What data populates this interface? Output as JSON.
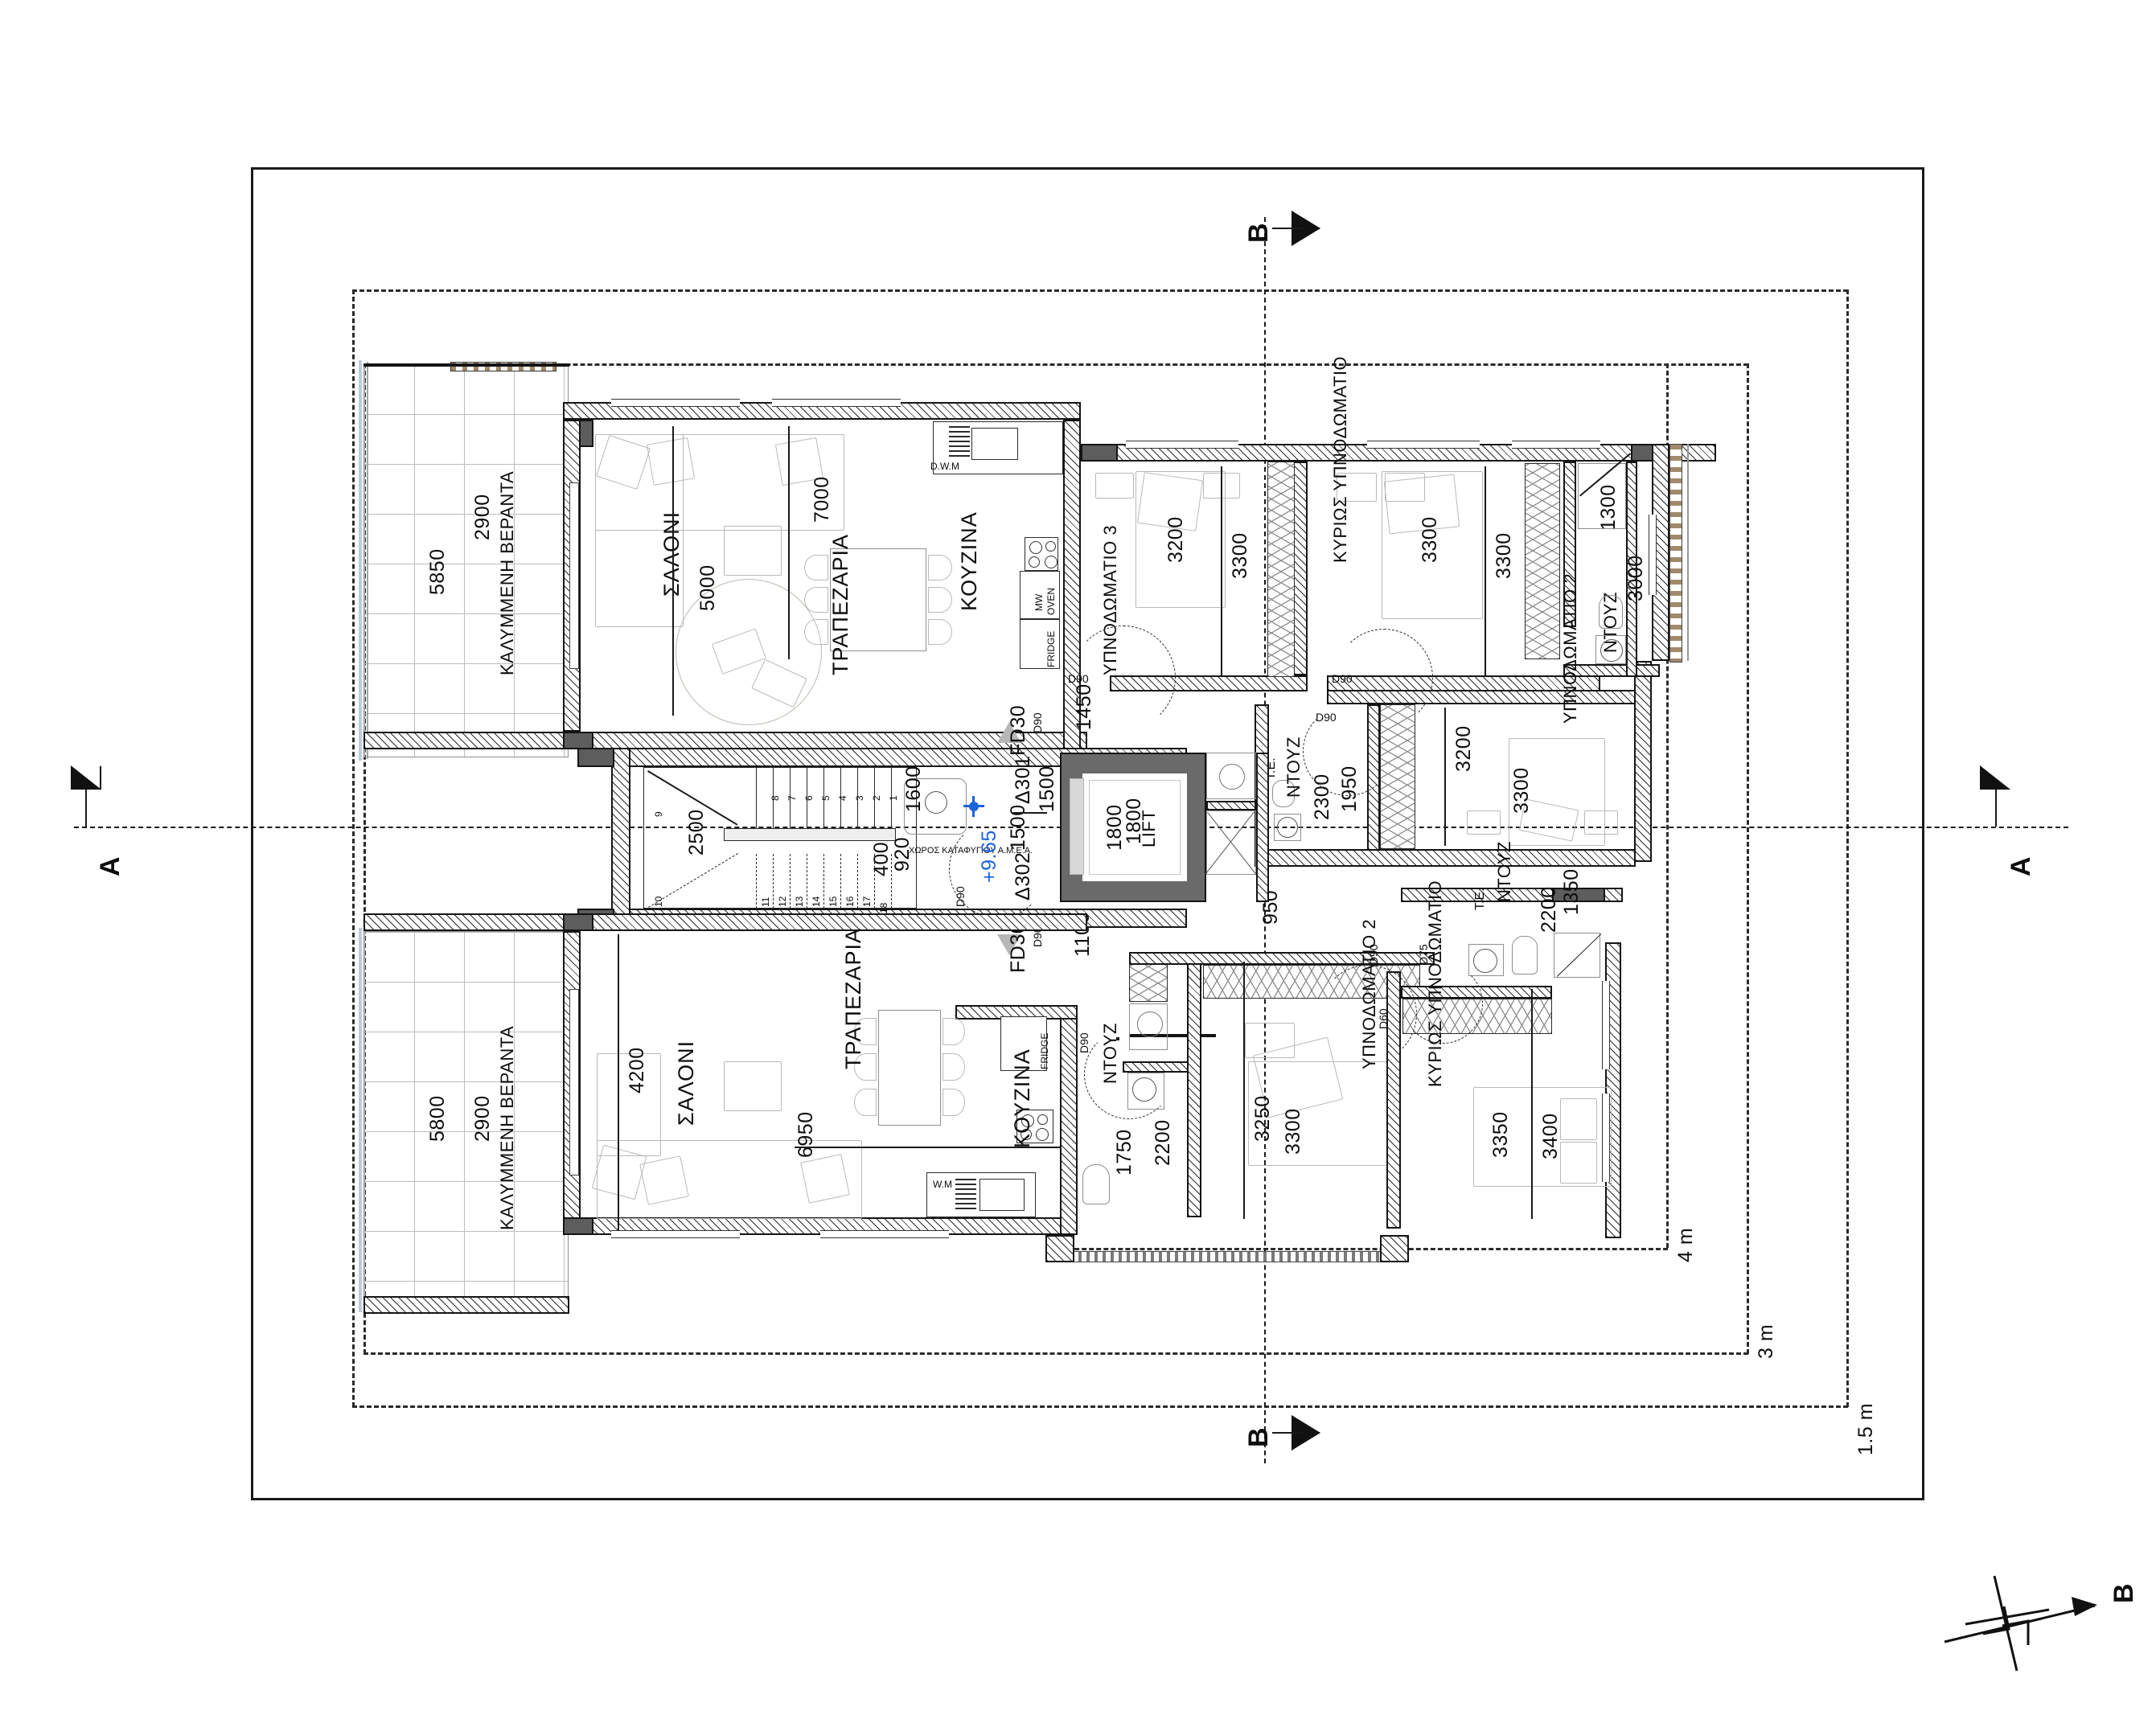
{
  "drawing": {
    "type": "architectural-floor-plan",
    "language": "greek",
    "elevation_marker": "+9.65",
    "section_markers": {
      "a_left": "A",
      "a_right": "A",
      "b_top": "B",
      "b_bottom": "B",
      "north_b": "B"
    },
    "setbacks": [
      {
        "label": "4 m"
      },
      {
        "label": "3 m"
      },
      {
        "label": "1.5 m"
      }
    ]
  },
  "rooms": {
    "upper_unit": {
      "veranda": "ΚΑΛΥΜΜΕΝΗ ΒΕΡΑΝΤΑ",
      "living": "ΣΑΛΟΝΙ",
      "dining": "ΤΡΑΠΕΖΑΡΙΑ",
      "kitchen": "ΚΟΥΖΙΝΑ",
      "bedroom3": "ΥΠΝΟΔΩΜΑΤΙΟ 3",
      "master": "ΚΥΡΙΩΣ ΥΠΝΟΔΩΜΑΤΙΟ",
      "bedroom2": "ΥΠΝΟΔΩΜΑΤΙΟ 2",
      "shower_master": "ΝΤΟΥΖ",
      "shower_hall": "ΝΤΟΥΖ",
      "shower_bed2": "ΝΤΟΥΖ"
    },
    "lower_unit": {
      "veranda": "ΚΑΛΥΜΜΕΝΗ ΒΕΡΑΝΤΑ",
      "living": "ΣΑΛΟΝΙ",
      "dining": "ΤΡΑΠΕΖΑΡΙΑ",
      "kitchen": "ΚΟΥΖΙΝΑ",
      "bedroom2": "ΥΠΝΟΔΩΜΑΤΙΟ 2",
      "master": "ΚΥΡΙΩΣ ΥΠΝΟΔΩΜΑΤΙΟ",
      "shower_hall": "ΝΤΟΥΖ",
      "shower_master": "ΝΤΟΥΖ"
    },
    "core": {
      "lift": "LIFT",
      "refuge": "ΧΩΡΟΣ ΚΑΤΑΦΥΓΙΟΥ Α.Μ.Ε.Α.",
      "te_1": "Τ.Ε.",
      "te_2": "Τ.Ε."
    }
  },
  "dimensions": {
    "upper_veranda_len": "5850",
    "upper_veranda_w": "2900",
    "upper_living_7000": "7000",
    "upper_living_5000": "5000",
    "bed3_3200": "3200",
    "bed3_3300": "3300",
    "master_u_3300a": "3300",
    "master_u_3300b": "3300",
    "ensuite_1300": "1300",
    "ensuite_3000": "3000",
    "bed2_u_3200": "3200",
    "bed2_u_3300": "3300",
    "bed2_u_1950": "1950",
    "bed2_u_2300": "2300",
    "corridor_1450": "1450",
    "lift_1800_a": "1800",
    "lift_1800_b": "1800",
    "stair_2500": "2500",
    "stair_920": "920",
    "stair_400": "400",
    "hall_1500": "1500",
    "hall_1600": "1600",
    "landing_1500": "1500",
    "shaft_950": "950",
    "corridor_1100": "1100",
    "lower_veranda_len": "5800",
    "lower_veranda_w": "2900",
    "lower_living_4200": "4200",
    "lower_dining_6950": "6950",
    "lower_wc_1750": "1750",
    "lower_wc_2200": "2200",
    "lower_bed2_3250": "3250",
    "lower_bed2_3300": "3300",
    "lower_ens_1350": "1350",
    "lower_ens_2200": "2200",
    "lower_master_3350": "3350",
    "lower_master_3400": "3400"
  },
  "annotations": {
    "stair_numbers_up": [
      "1",
      "2",
      "3",
      "4",
      "5",
      "6",
      "7",
      "8",
      "9"
    ],
    "stair_numbers_down": [
      "10",
      "11",
      "12",
      "13",
      "14",
      "15",
      "16",
      "17",
      "18"
    ],
    "fire_door_1": "FD30",
    "fire_door_2": "FD30",
    "detail_1": "Δ301",
    "detail_2": "Δ302",
    "appliances": {
      "dishwasher_u": "D.W.M",
      "oven_u": "OVEN",
      "microwave_u": "MW",
      "fridge_u": "FRIDGE",
      "washing_machine_l": "W.M",
      "fridge_l": "FRIDGE",
      "fridge_l2": "FRIDGE"
    },
    "door_tags": [
      "D90",
      "D90",
      "D90",
      "D90",
      "D90",
      "D90",
      "D90",
      "D90",
      "D75",
      "D60",
      "D60",
      "D90",
      "D90"
    ]
  },
  "colors": {
    "ink": "#111111",
    "wall_fill": "#ffffff",
    "solid_wall": "#5d5d5d",
    "furniture": "#b9b9b9",
    "accent_blue": "#1b63d8"
  }
}
